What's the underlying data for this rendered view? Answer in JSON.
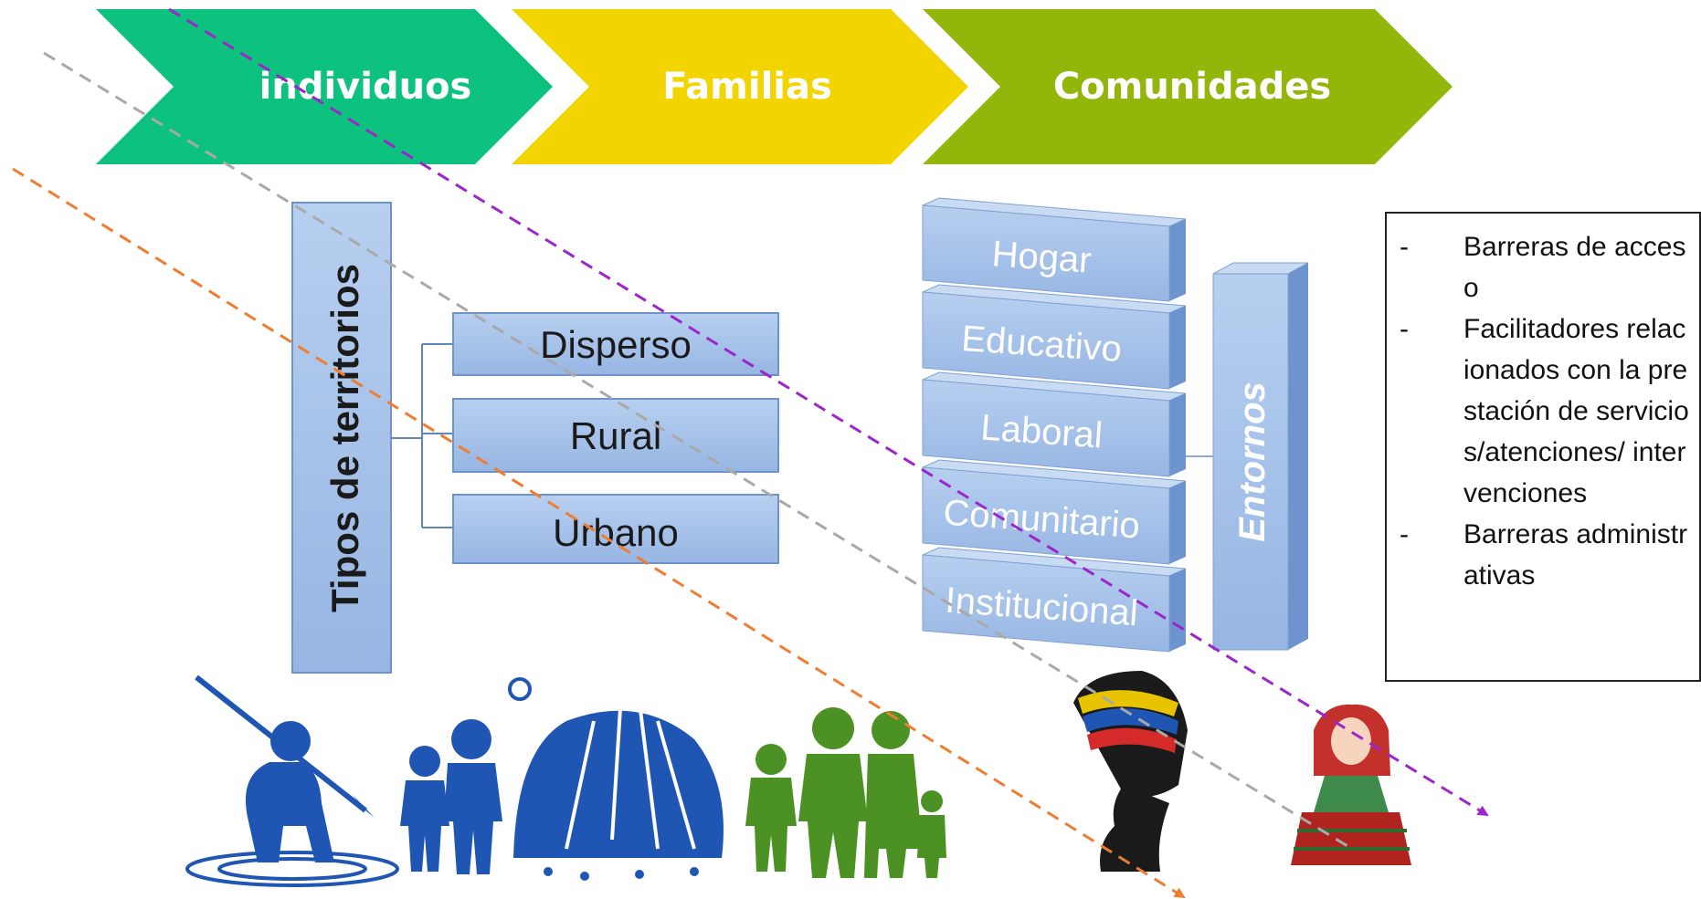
{
  "chevrons": [
    {
      "label": "individuos",
      "color": "#0cc27e"
    },
    {
      "label": "Familias",
      "color": "#f2d400"
    },
    {
      "label": "Comunidades",
      "color": "#93b60a"
    }
  ],
  "territorios": {
    "title": "Tipos de territorios",
    "items": [
      "Disperso",
      "Rural",
      "Urbano"
    ]
  },
  "entornos": {
    "title": "Entornos",
    "items": [
      "Hogar",
      "Educativo",
      "Laboral",
      "Comunitario",
      "Institucional"
    ]
  },
  "notes": {
    "items": [
      {
        "dash": "-",
        "text": "Barreras de acceso"
      },
      {
        "dash": "-",
        "text": "Facilitadores relacionados con la prestación de servicios/atenciones/ intervenciones"
      },
      {
        "dash": "-",
        "text": "Barreras administrativas"
      }
    ]
  },
  "icons": [
    "indigenous-fisherman-icon",
    "indigenous-family-hut-icon",
    "family-icon",
    "afro-woman-headwrap-icon",
    "gypsy-woman-icon"
  ],
  "colors": {
    "box_blue": "#a6c2ea",
    "box_border": "#6f93c6",
    "arrow_purple": "#9b26c9",
    "arrow_gray": "#a9a9a9",
    "arrow_orange": "#ee7d31",
    "icon_blue": "#1f56b3",
    "icon_green": "#4b9123"
  }
}
